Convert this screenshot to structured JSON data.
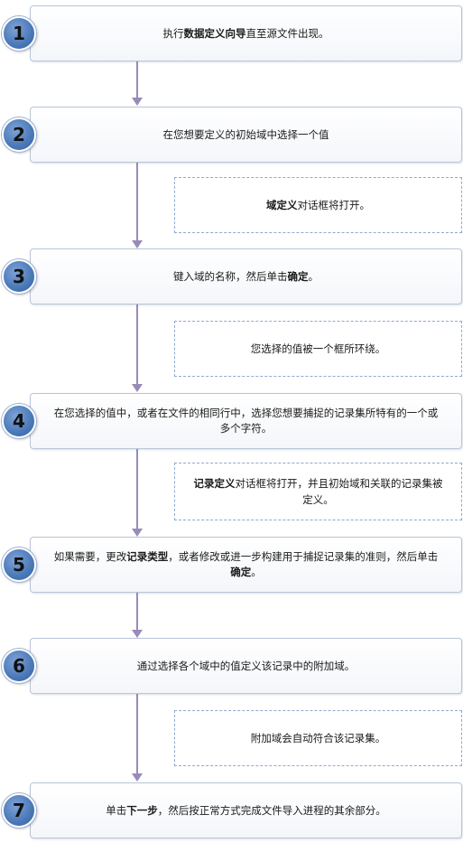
{
  "steps": [
    {
      "num": "1",
      "text": [
        {
          "t": "执行"
        },
        {
          "t": "数据定义向导",
          "b": true
        },
        {
          "t": "直至源文件出现。"
        }
      ]
    },
    {
      "num": "2",
      "text": [
        {
          "t": "在您想要定义的初始域中选择一个值"
        }
      ]
    },
    {
      "num": "3",
      "text": [
        {
          "t": "键入域的名称，然后单击"
        },
        {
          "t": "确定",
          "b": true
        },
        {
          "t": "。"
        }
      ]
    },
    {
      "num": "4",
      "text": [
        {
          "t": "在您选择的值中，或者在文件的相同行中，选择您想要捕捉的记录集所特有的一个或多个字符。"
        }
      ]
    },
    {
      "num": "5",
      "text": [
        {
          "t": "如果需要，更改"
        },
        {
          "t": "记录类型",
          "b": true
        },
        {
          "t": "，或者修改或进一步构建用于捕捉记录集的准则，然后单击"
        },
        {
          "t": "确定",
          "b": true
        },
        {
          "t": "。"
        }
      ]
    },
    {
      "num": "6",
      "text": [
        {
          "t": "通过选择各个域中的值定义该记录中的附加域。"
        }
      ]
    },
    {
      "num": "7",
      "text": [
        {
          "t": "单击"
        },
        {
          "t": "下一步",
          "b": true
        },
        {
          "t": "，然后按正常方式完成文件导入进程的其余部分。"
        }
      ]
    }
  ],
  "notes": [
    {
      "after_step": 2,
      "text": [
        {
          "t": "域定义",
          "b": true
        },
        {
          "t": "对话框将打开。"
        }
      ]
    },
    {
      "after_step": 3,
      "text": [
        {
          "t": "您选择的值被一个框所环绕。"
        }
      ]
    },
    {
      "after_step": 4,
      "text": [
        {
          "t": "记录定义",
          "b": true
        },
        {
          "t": "对话框将打开，并且初始域和关联的记录集被定义。"
        }
      ]
    },
    {
      "after_step": 6,
      "text": [
        {
          "t": "附加域会自动符合该记录集。"
        }
      ]
    }
  ],
  "colors": {
    "connector": "#9a8ab8",
    "badge": "#4a78b8",
    "step_border": "#b8c6d8",
    "note_border": "#8eaad0"
  }
}
